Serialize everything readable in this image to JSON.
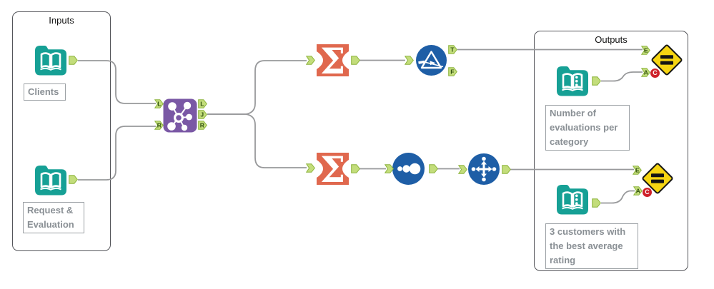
{
  "colors": {
    "teal": "#16A095",
    "purple": "#7A58A5",
    "orange": "#E0684E",
    "blue": "#1E5EA6",
    "yellow": "#F6D512",
    "anchor_green": "#C3DD7B",
    "badge_red": "#CE2029",
    "wire_gray": "#98999B"
  },
  "containers": {
    "inputs": {
      "title": "Inputs"
    },
    "outputs": {
      "title": "Outputs"
    }
  },
  "tools": {
    "clients": {
      "label": "Clients"
    },
    "request": {
      "label": "Request & Evaluation"
    },
    "join": {
      "in_top": "L",
      "in_bottom": "R",
      "out_top": "L",
      "out_middle": "J",
      "out_bottom": "R"
    },
    "summarize_top": {
      "glyph": "Σ"
    },
    "summarize_bottom": {
      "glyph": "Σ"
    },
    "filter": {
      "out_true": "T",
      "out_false": "F"
    },
    "browse_top": {
      "label": "Number of evaluations per category"
    },
    "browse_bottom": {
      "label": "3 customers with the best average rating"
    },
    "test_top": {
      "in_expected": "E",
      "in_actual": "A",
      "badge": "C"
    },
    "test_bottom": {
      "in_expected": "E",
      "in_actual": "A",
      "badge": "C"
    }
  }
}
